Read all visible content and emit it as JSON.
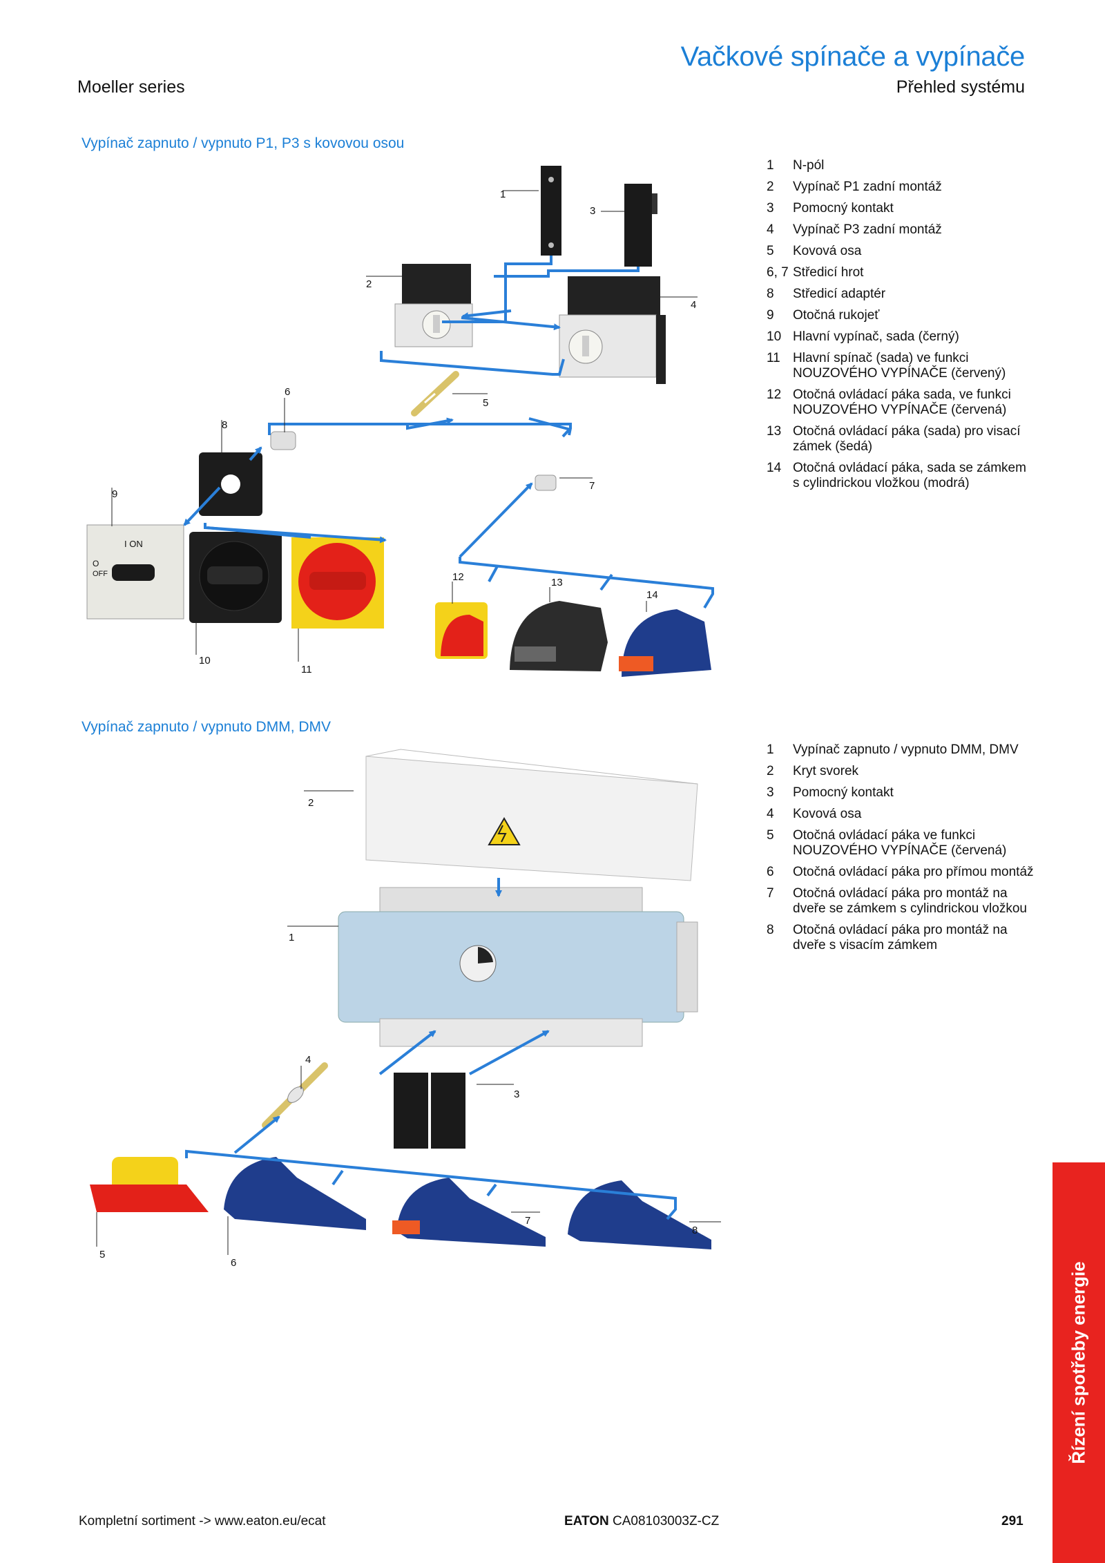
{
  "header": {
    "title": "Vačkové spínače a vypínače",
    "subtitle": "Přehled systému",
    "series": "Moeller series"
  },
  "section1": {
    "title": "Vypínač zapnuto / vypnuto P1, P3 s kovovou osou",
    "callouts": [
      "1",
      "2",
      "3",
      "4",
      "5",
      "6",
      "7",
      "8",
      "9",
      "10",
      "11",
      "12",
      "13",
      "14"
    ],
    "handle_labels": {
      "on": "I  ON",
      "off_symbol": "O",
      "off": "OFF"
    },
    "legend": [
      {
        "num": "1",
        "text": "N-pól"
      },
      {
        "num": "2",
        "text": "Vypínač P1 zadní montáž"
      },
      {
        "num": "3",
        "text": "Pomocný kontakt"
      },
      {
        "num": "4",
        "text": "Vypínač P3 zadní montáž"
      },
      {
        "num": "5",
        "text": "Kovová osa"
      },
      {
        "num": "6, 7",
        "text": "Středicí hrot"
      },
      {
        "num": "8",
        "text": "Středicí adaptér"
      },
      {
        "num": "9",
        "text": "Otočná rukojeť"
      },
      {
        "num": "10",
        "text": "Hlavní vypínač, sada (černý)"
      },
      {
        "num": "11",
        "text": "Hlavní spínač (sada) ve funkci NOUZOVÉHO VYPÍNAČE (červený)"
      },
      {
        "num": "12",
        "text": "Otočná ovládací páka sada, ve funkci NOUZOVÉHO VYPÍNAČE (červená)"
      },
      {
        "num": "13",
        "text": "Otočná ovládací páka (sada) pro visací zámek (šedá)"
      },
      {
        "num": "14",
        "text": "Otočná ovládací páka, sada se zámkem s cylindrickou vložkou (modrá)"
      }
    ]
  },
  "section2": {
    "title": "Vypínač zapnuto / vypnuto DMM, DMV",
    "callouts": [
      "1",
      "2",
      "3",
      "4",
      "5",
      "6",
      "7",
      "8"
    ],
    "legend": [
      {
        "num": "1",
        "text": "Vypínač zapnuto / vypnuto DMM, DMV"
      },
      {
        "num": "2",
        "text": "Kryt svorek"
      },
      {
        "num": "3",
        "text": "Pomocný kontakt"
      },
      {
        "num": "4",
        "text": "Kovová osa"
      },
      {
        "num": "5",
        "text": "Otočná ovládací páka ve funkci NOUZOVÉHO VYPÍNAČE (červená)"
      },
      {
        "num": "6",
        "text": "Otočná ovládací páka pro přímou montáž"
      },
      {
        "num": "7",
        "text": "Otočná ovládací páka pro montáž na dveře se zámkem s cylindrickou vložkou"
      },
      {
        "num": "8",
        "text": "Otočná ovládací páka pro montáž na dveře s visacím zámkem"
      }
    ]
  },
  "footer": {
    "left": "Kompletní sortiment -> www.eaton.eu/ecat",
    "brand": "EATON",
    "code": "CA08103003Z-CZ",
    "page": "291"
  },
  "side_tab": {
    "text": "Řízení spotřeby energie"
  },
  "colors": {
    "accent_blue": "#1b7fd6",
    "tab_red": "#e8231f",
    "arrow_blue": "#2a7fd8"
  }
}
